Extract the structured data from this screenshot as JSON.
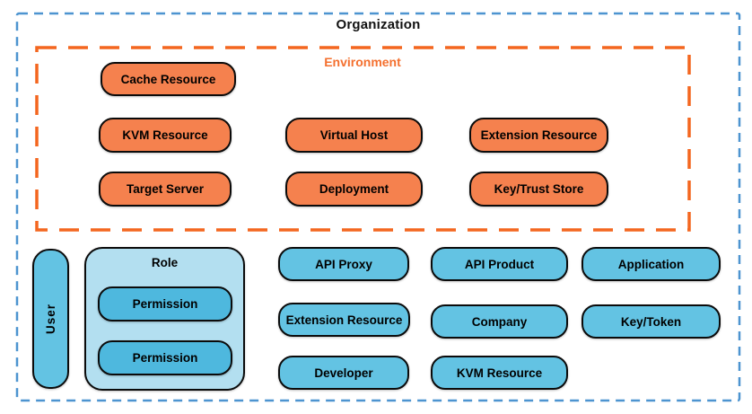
{
  "colors": {
    "org_border": "#4D94D0",
    "env_border": "#F4661F",
    "env_label": "#F4702F",
    "env_pill_fill": "#F5814E",
    "entity_pill_fill": "#63C3E3",
    "permission_pill_fill": "#4EB8DE",
    "role_box_fill": "#B3DFF0",
    "pill_border": "#0B0B0B",
    "background": "#FFFFFF"
  },
  "organization": {
    "label": "Organization"
  },
  "environment": {
    "label": "Environment",
    "pills": [
      "Cache Resource",
      "KVM Resource",
      "Virtual Host",
      "Extension Resource",
      "Target Server",
      "Deployment",
      "Key/Trust Store"
    ]
  },
  "entities": {
    "user_label": "User",
    "role_label": "Role",
    "permissions": [
      "Permission",
      "Permission"
    ],
    "pills": [
      "API Proxy",
      "API Product",
      "Application",
      "Extension Resource",
      "Company",
      "Key/Token",
      "Developer",
      "KVM Resource"
    ]
  }
}
